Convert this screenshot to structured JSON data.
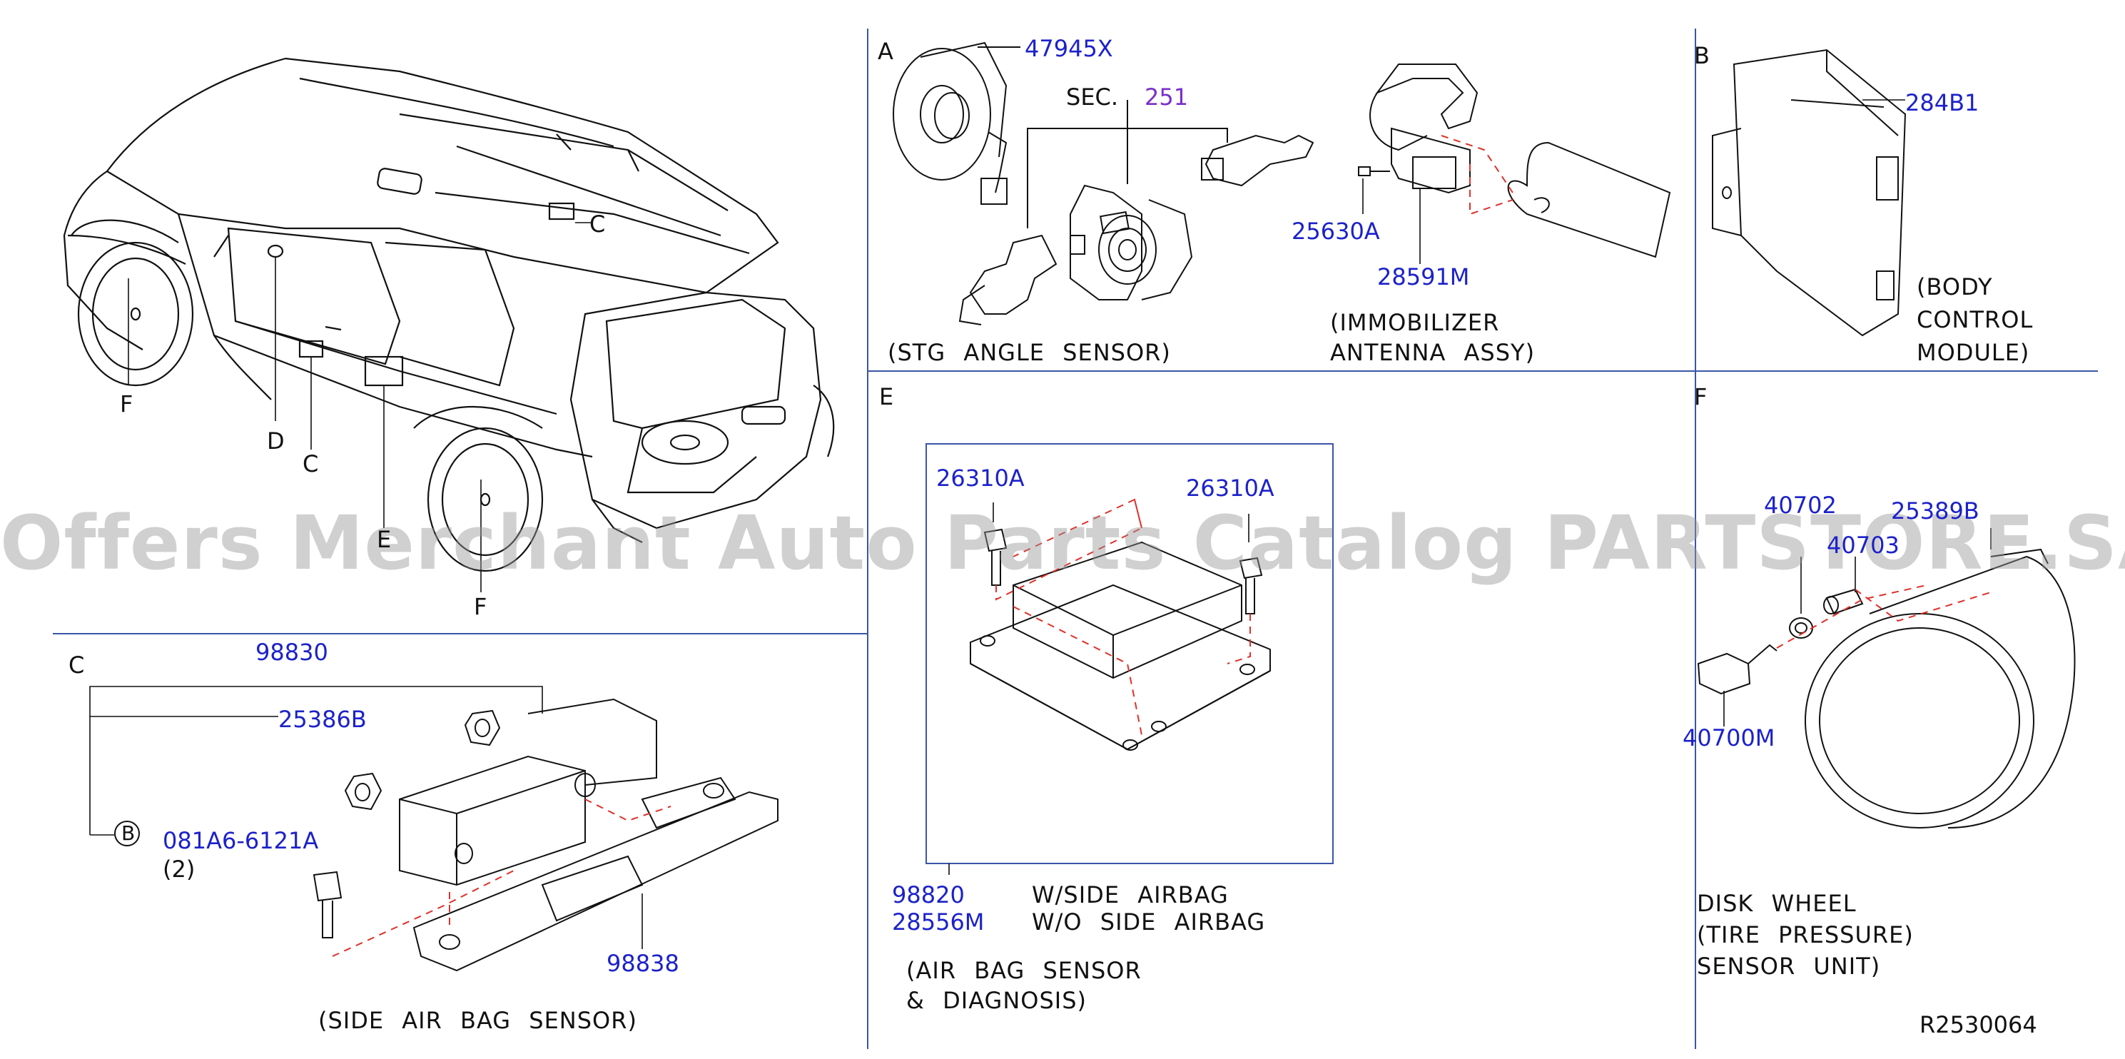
{
  "sections": {
    "overview": {
      "labels": {
        "c_roof": "C",
        "d": "D",
        "c_door": "C",
        "e": "E",
        "f_front": "F",
        "f_rear": "F"
      }
    },
    "a": {
      "letter": "A",
      "part_47945x": "47945X",
      "sec_prefix": "SEC.",
      "sec_number": "251",
      "caption": "(STG ANGLE SENSOR)",
      "part_25630a": "25630A",
      "part_28591m": "28591M",
      "caption2_line1": "(IMMOBILIZER",
      "caption2_line2": "ANTENNA ASSY)"
    },
    "b": {
      "letter": "B",
      "part_284b1": "284B1",
      "caption_line1": "(BODY",
      "caption_line2": "CONTROL",
      "caption_line3": "MODULE)"
    },
    "c": {
      "letter": "C",
      "part_98830": "98830",
      "part_25386b": "25386B",
      "bolt_circle": "B",
      "part_081a6": "081A6-6121A",
      "qty": "(2)",
      "part_98838": "98838",
      "caption": "(SIDE AIR BAG SENSOR)"
    },
    "e": {
      "letter": "E",
      "part_26310a_left": "26310A",
      "part_26310a_right": "26310A",
      "part_98820": "98820",
      "part_28556m": "28556M",
      "note_with": "W/SIDE AIRBAG",
      "note_without": "W/O SIDE AIRBAG",
      "caption_line1": "(AIR BAG SENSOR",
      "caption_line2": "& DIAGNOSIS)"
    },
    "f": {
      "letter": "F",
      "part_40702": "40702",
      "part_25389b": "25389B",
      "part_40703": "40703",
      "part_40700m": "40700M",
      "caption_line1": "DISK WHEEL",
      "caption_line2": "(TIRE PRESSURE)",
      "caption_line3": "SENSOR UNIT)"
    }
  },
  "footer": {
    "ref_code": "R2530064"
  },
  "watermark": "Offers Merchant Auto Parts Catalog PARTSTORE.SA",
  "colors": {
    "part_number": "#1c22c9",
    "section_ref": "#7a2fc9",
    "divider": "#3a56a8",
    "drawing": "#111111",
    "hidden_line": "#e0302a"
  }
}
